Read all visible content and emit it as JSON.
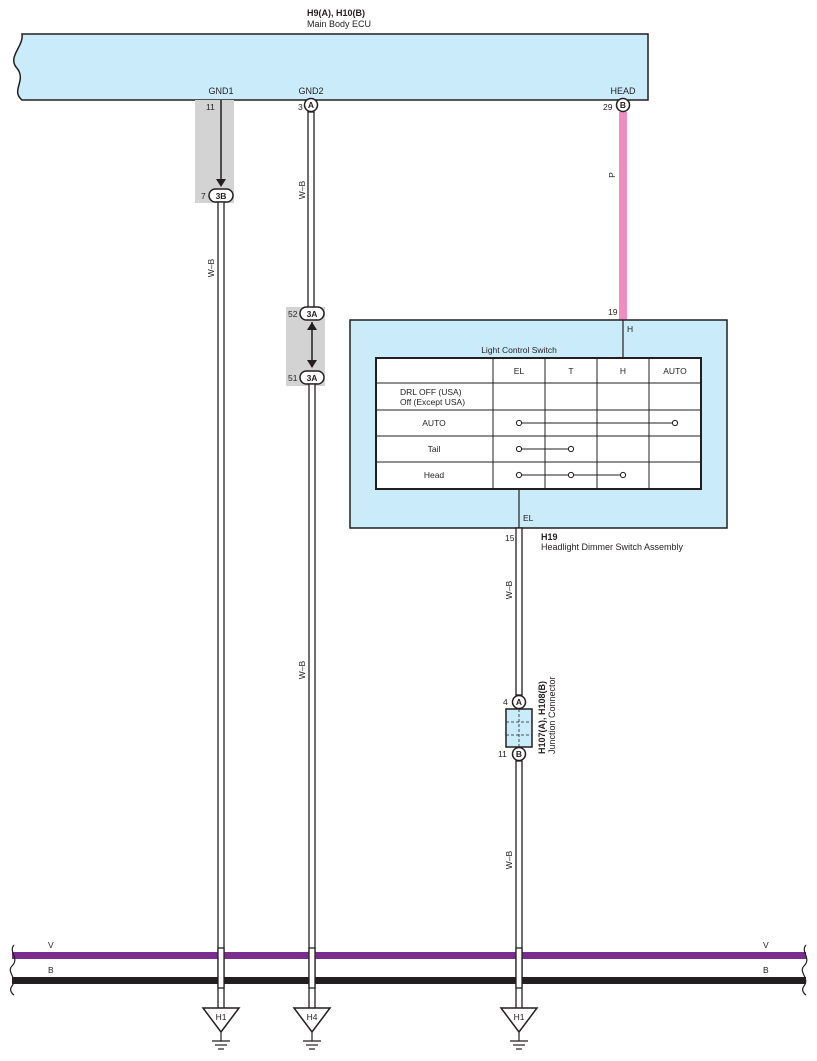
{
  "ecu": {
    "connector_label": "H9(A), H10(B)",
    "name": "Main Body ECU",
    "pins": [
      {
        "name": "GND1",
        "pin": "11",
        "connector": ""
      },
      {
        "name": "GND2",
        "pin": "3",
        "connector": "A"
      },
      {
        "name": "HEAD",
        "pin": "29",
        "connector": "B"
      }
    ]
  },
  "wires": {
    "gnd1_color": "W–B",
    "gnd2_color": "W–B",
    "gnd2_lower_color": "W–B",
    "head_color": "P",
    "el_color": "W–B",
    "el_lower_color": "W–B"
  },
  "junctions": {
    "j3b": {
      "pin": "7",
      "label": "3B"
    },
    "j3a_top": {
      "pin": "52",
      "label": "3A"
    },
    "j3a_bottom": {
      "pin": "51",
      "label": "3A"
    }
  },
  "switch": {
    "pin_h": "19",
    "terminal_h": "H",
    "table_title": "Light Control Switch",
    "columns": [
      "EL",
      "T",
      "H",
      "AUTO"
    ],
    "rows": [
      {
        "line1": "DRL OFF (USA)",
        "line2": "Off (Except USA)"
      },
      {
        "line1": "AUTO",
        "line2": ""
      },
      {
        "line1": "Tail",
        "line2": ""
      },
      {
        "line1": "Head",
        "line2": ""
      }
    ],
    "terminal_el": "EL",
    "pin_el": "15",
    "code": "H19",
    "name": "Headlight Dimmer Switch Assembly"
  },
  "junction_connector": {
    "pin_top": "4",
    "conn_top": "A",
    "pin_bottom": "11",
    "conn_bottom": "B",
    "code": "H107(A), H108(B)",
    "name": "Junction Connector"
  },
  "buses": [
    {
      "label": "V",
      "color": "#7b2d8e"
    },
    {
      "label": "B",
      "color": "#231f20"
    }
  ],
  "grounds": [
    "H1",
    "H4",
    "H1"
  ],
  "colors": {
    "ecu_fill": "#c9ebfa",
    "pink_wire": "#f08cc0",
    "junction_shade": "#d3d3d3"
  }
}
